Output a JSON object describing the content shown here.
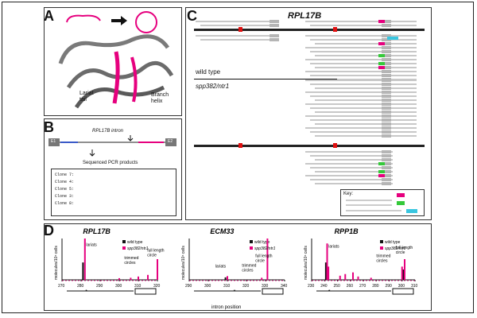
{
  "panel_labels": {
    "a": "A",
    "b": "B",
    "c": "C",
    "d": "D"
  },
  "panel_a": {
    "lariat_label": "Lariat\ntail",
    "helix_label": "Branch\nhelix"
  },
  "panel_b": {
    "e1": "E1",
    "e2": "E2",
    "intron_label": "RPL17B intron",
    "products_title": "Sequenced PCR products",
    "clones": [
      {
        "name": "Clone 7:",
        "seq": ""
      },
      {
        "name": "Clone 4:",
        "seq": ""
      },
      {
        "name": "Clone 5:",
        "seq": ""
      },
      {
        "name": "Clone 3:",
        "seq": ""
      },
      {
        "name": "Clone 8:",
        "seq": ""
      }
    ]
  },
  "panel_c": {
    "title": "RPL17B",
    "wild_type": "wild type",
    "mutant": "spp382/ntr1",
    "key_title": "Key:",
    "key_lines": []
  },
  "colors": {
    "magenta": "#e6007e",
    "green": "#35c93a",
    "cyan": "#39c6e0",
    "gray": "#b5b5b5",
    "red": "#e01010"
  },
  "chart_data": [
    {
      "type": "bar",
      "title": "RPL17B",
      "xlabel": "",
      "ylabel": "molecules/10⁶ cells",
      "xlim": [
        270,
        320
      ],
      "xticks": [
        270,
        280,
        290,
        300,
        310,
        320
      ],
      "series": [
        {
          "name": "wild type",
          "color": "#111111",
          "x": [
            281
          ],
          "values": [
            0.42
          ]
        },
        {
          "name": "spp382/ntr1",
          "color": "#e6007e",
          "x": [
            282,
            300,
            306,
            310,
            315,
            320
          ],
          "values": [
            1.0,
            0.04,
            0.05,
            0.08,
            0.12,
            0.5
          ]
        }
      ],
      "annotations": [
        {
          "text": "lariats",
          "x": 286,
          "y": 0.82
        },
        {
          "text": "trimmed\ncircles",
          "x": 306,
          "y": 0.5
        },
        {
          "text": "full length\ncircle",
          "x": 318,
          "y": 0.68
        }
      ],
      "star_x": 283
    },
    {
      "type": "bar",
      "title": "ECM33",
      "xlabel": "",
      "ylabel": "molecules/10⁶ cells",
      "xlim": [
        290,
        340
      ],
      "xticks": [
        290,
        300,
        310,
        320,
        330,
        340
      ],
      "series": [
        {
          "name": "wild type",
          "color": "#111111",
          "x": [
            309
          ],
          "values": [
            0.06
          ]
        },
        {
          "name": "spp382/ntr1",
          "color": "#e6007e",
          "x": [
            310,
            328,
            331
          ],
          "values": [
            0.09,
            0.05,
            1.0
          ]
        }
      ],
      "annotations": [
        {
          "text": "lariats",
          "x": 307,
          "y": 0.3
        },
        {
          "text": "trimmed\ncircles",
          "x": 321,
          "y": 0.32
        },
        {
          "text": "full length\ncircle",
          "x": 328,
          "y": 0.55
        }
      ],
      "star_x": 314
    },
    {
      "type": "bar",
      "title": "RPP1B",
      "xlabel": "",
      "ylabel": "molecules/10⁶ cells",
      "xlim": [
        230,
        310
      ],
      "xticks": [
        230,
        240,
        250,
        260,
        270,
        280,
        290,
        300,
        310
      ],
      "series": [
        {
          "name": "wild type",
          "color": "#111111",
          "x": [
            241,
            301
          ],
          "values": [
            0.42,
            0.25
          ]
        },
        {
          "name": "spp382/ntr1",
          "color": "#e6007e",
          "x": [
            242,
            243,
            252,
            256,
            262,
            266,
            276,
            300,
            302
          ],
          "values": [
            0.88,
            0.32,
            0.1,
            0.14,
            0.18,
            0.08,
            0.05,
            0.32,
            0.5
          ]
        }
      ],
      "annotations": [
        {
          "text": "lariats",
          "x": 248,
          "y": 0.78
        },
        {
          "text": "trimmed\ncircles",
          "x": 285,
          "y": 0.55
        },
        {
          "text": "full length\ncircle",
          "x": 300,
          "y": 0.75
        }
      ],
      "star_x": 244
    }
  ],
  "common_xlabel": "intron position"
}
